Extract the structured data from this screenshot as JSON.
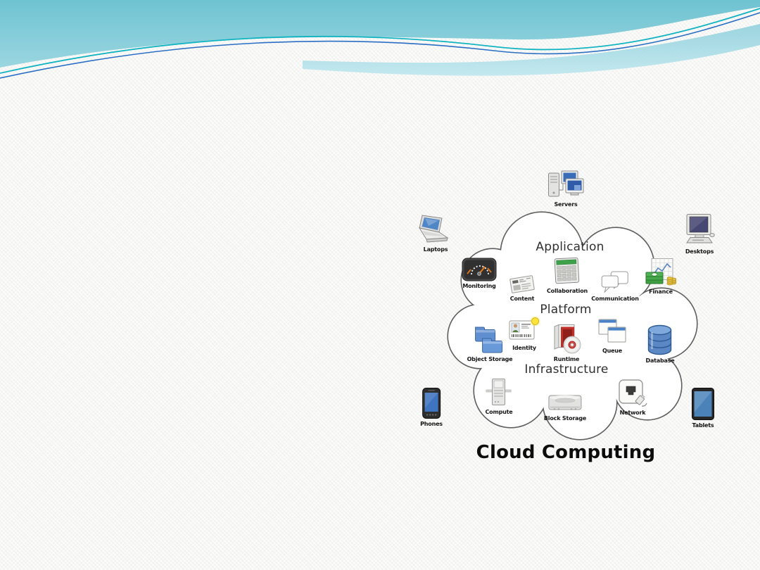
{
  "diagram": {
    "title": "Cloud Computing",
    "layers": [
      {
        "label": "Application"
      },
      {
        "label": "Platform"
      },
      {
        "label": "Infrastructure"
      }
    ],
    "services": {
      "monitoring": {
        "label": "Monitoring",
        "icon": "monitoring-icon"
      },
      "content": {
        "label": "Content",
        "icon": "content-icon"
      },
      "collaboration": {
        "label": "Collaboration",
        "icon": "collaboration-icon"
      },
      "communication": {
        "label": "Communication",
        "icon": "communication-icon"
      },
      "finance": {
        "label": "Finance",
        "icon": "finance-icon"
      },
      "object_storage": {
        "label": "Object Storage",
        "icon": "object-storage-icon"
      },
      "identity": {
        "label": "Identity",
        "icon": "identity-icon"
      },
      "runtime": {
        "label": "Runtime",
        "icon": "runtime-icon"
      },
      "queue": {
        "label": "Queue",
        "icon": "queue-icon"
      },
      "database": {
        "label": "Database",
        "icon": "database-icon"
      },
      "compute": {
        "label": "Compute",
        "icon": "compute-icon"
      },
      "block_storage": {
        "label": "Block Storage",
        "icon": "block-storage-icon"
      },
      "network": {
        "label": "Network",
        "icon": "network-icon"
      }
    },
    "devices": {
      "servers": {
        "label": "Servers",
        "icon": "servers-icon"
      },
      "laptops": {
        "label": "Laptops",
        "icon": "laptops-icon"
      },
      "desktops": {
        "label": "Desktops",
        "icon": "desktops-icon"
      },
      "phones": {
        "label": "Phones",
        "icon": "phones-icon"
      },
      "tablets": {
        "label": "Tablets",
        "icon": "tablets-icon"
      }
    }
  },
  "colors": {
    "header_teal_top": "#6fc3d2",
    "header_teal_bottom": "#9ad6e0",
    "accent_cyan_line": "#12b4c2",
    "accent_blue_line": "#2b6fc4",
    "cloud_outline": "#5f5f5f",
    "slide_background": "#f6f6f4",
    "title_color": "#0c0c0c"
  }
}
